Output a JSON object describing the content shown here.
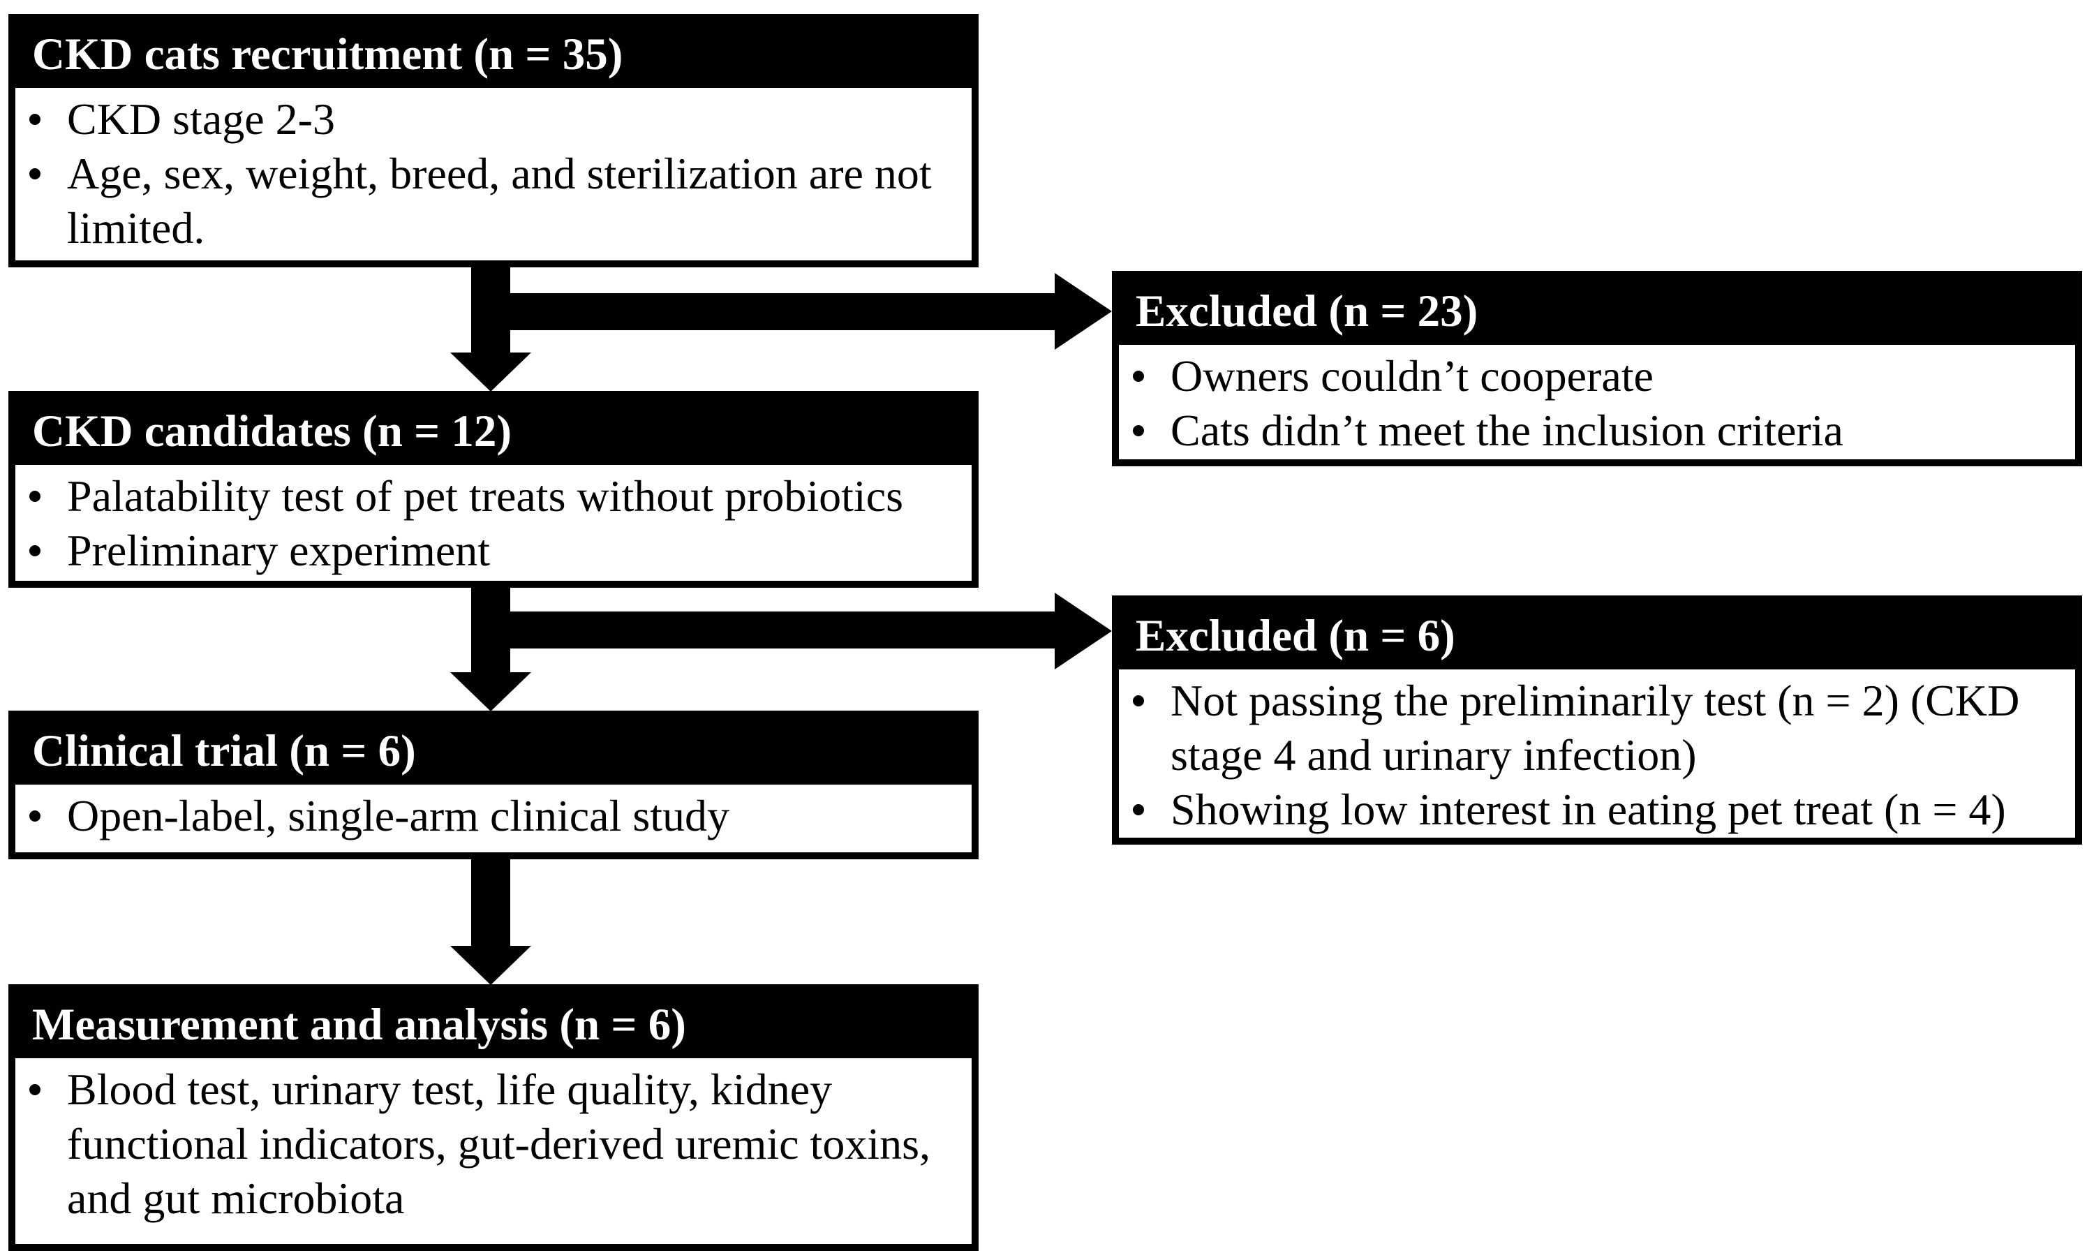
{
  "colors": {
    "ink": "#000000",
    "paper": "#ffffff",
    "header_text": "#ffffff"
  },
  "flowchart": {
    "boxes": {
      "recruitment": {
        "title": "CKD cats recruitment (n = 35)",
        "bullets": [
          "CKD stage 2-3",
          "Age, sex, weight, breed, and sterilization are not limited."
        ]
      },
      "excluded_23": {
        "title": "Excluded (n = 23)",
        "bullets": [
          "Owners couldn’t cooperate",
          "Cats didn’t meet the inclusion criteria"
        ]
      },
      "candidates": {
        "title": "CKD candidates (n = 12)",
        "bullets": [
          "Palatability test of pet treats without probiotics",
          "Preliminary experiment"
        ]
      },
      "excluded_6": {
        "title": "Excluded (n = 6)",
        "bullets": [
          "Not passing the preliminarily test (n = 2) (CKD stage 4 and urinary infection)",
          "Showing low interest in eating pet treat (n = 4)"
        ]
      },
      "clinical_trial": {
        "title": "Clinical trial (n = 6)",
        "bullets": [
          "Open-label, single-arm clinical study"
        ]
      },
      "measurement": {
        "title": "Measurement and analysis (n = 6)",
        "bullets": [
          "Blood test, urinary test, life quality, kidney functional indicators, gut-derived uremic toxins, and gut microbiota"
        ]
      }
    }
  }
}
